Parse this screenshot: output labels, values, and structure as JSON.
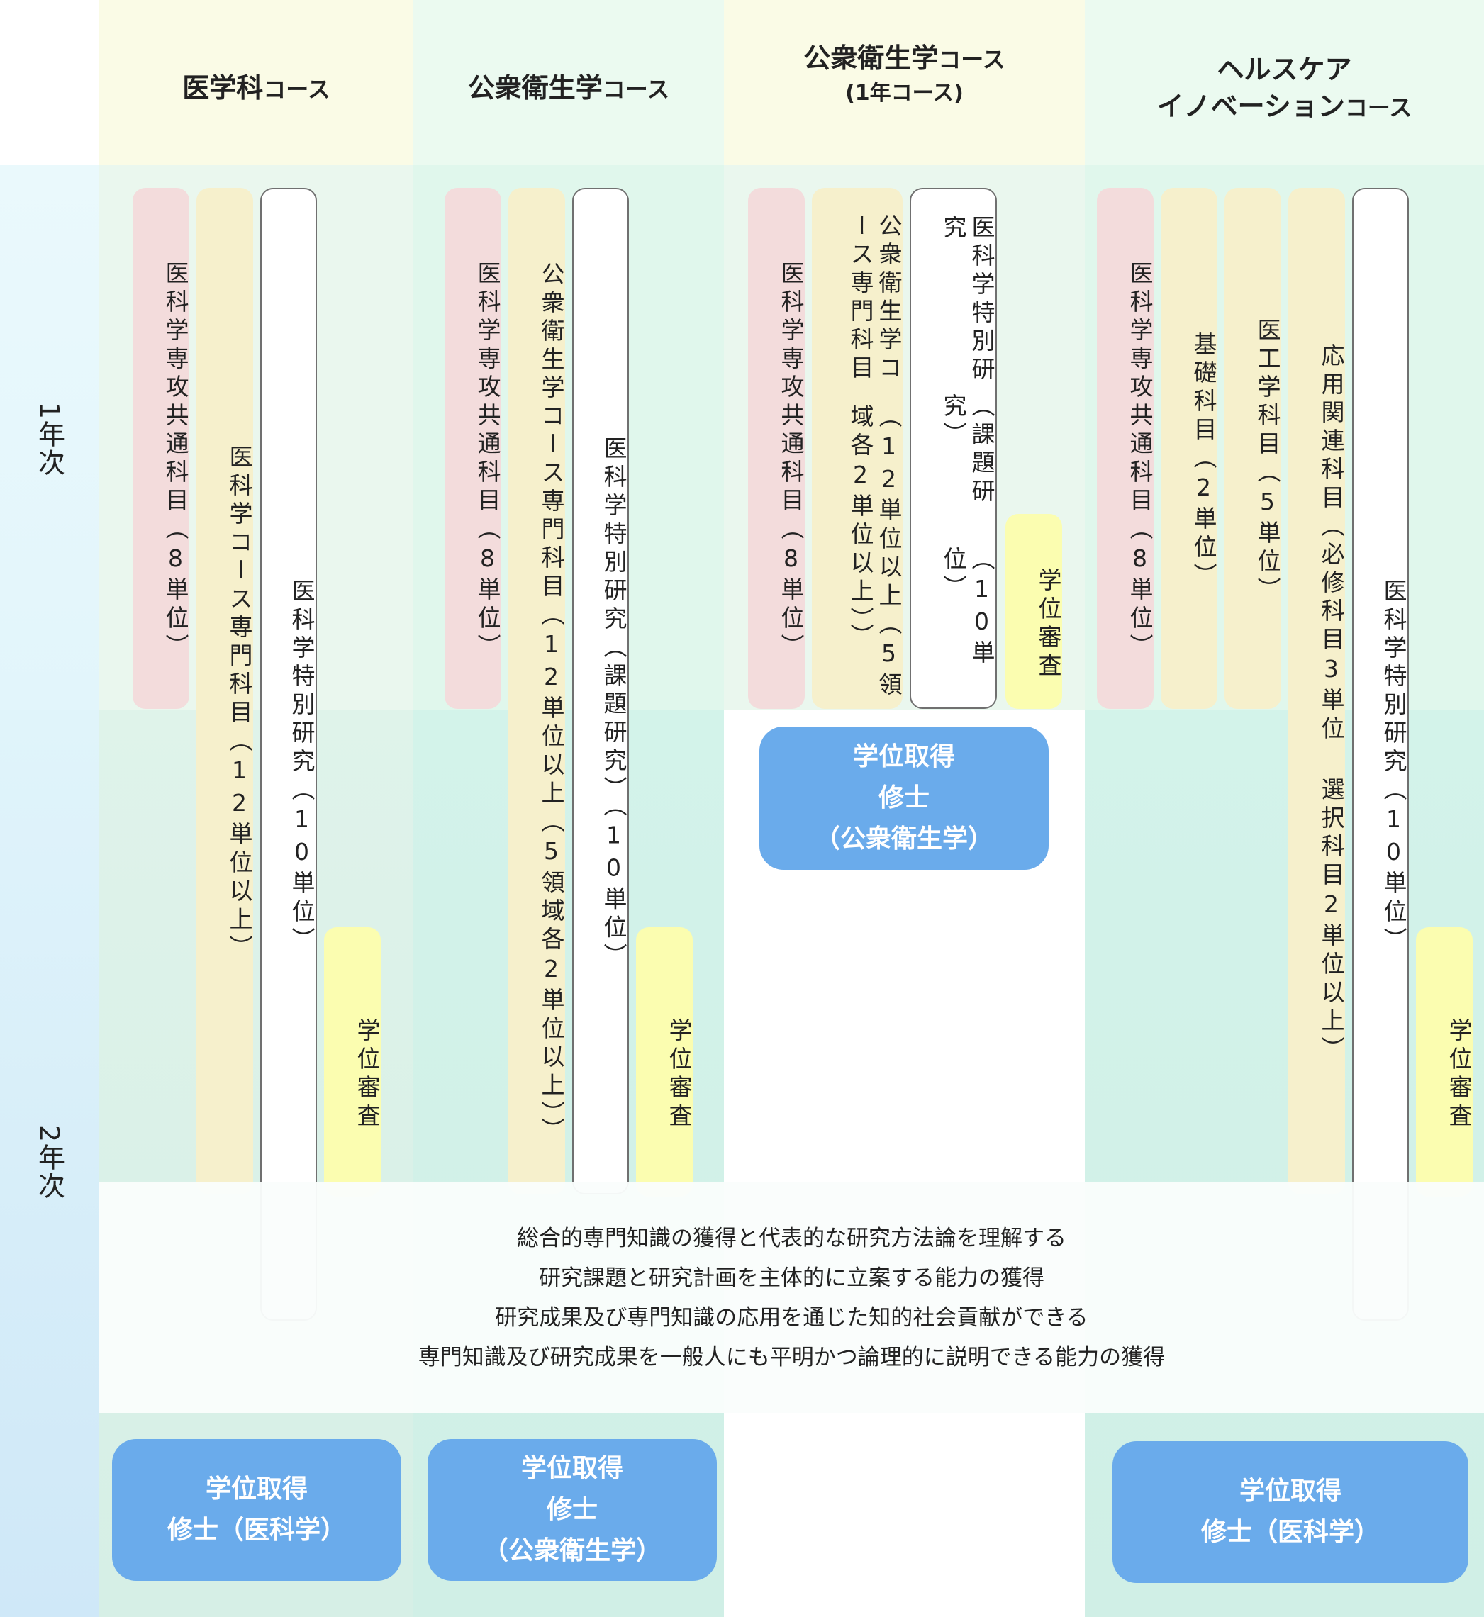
{
  "years": {
    "year1": "1年次",
    "year2": "2年次"
  },
  "courses": {
    "medical": {
      "header_main": "医学科",
      "header_suffix": "コース",
      "boxes": [
        "医科学専攻共通科目（8単位）",
        "医科学コース専門科目（12単位以上）",
        "医科学特別研究（10単位）",
        "学位審査"
      ],
      "degree": [
        "学位取得",
        "修士（医科学）"
      ]
    },
    "public_health": {
      "header_main": "公衆衛生学",
      "header_suffix": "コース",
      "boxes": [
        "医科学専攻共通科目（8単位）",
        "公衆衛生学コース専門科目（12単位以上（5領域各2単位以上））",
        "医科学特別研究（課題研究）（10単位）",
        "学位審査"
      ],
      "degree": [
        "学位取得",
        "修士",
        "（公衆衛生学）"
      ]
    },
    "public_health_1yr": {
      "header_main": "公衆衛生学",
      "header_suffix": "コース",
      "header_sub": "(1年コース)",
      "boxes": [
        "医科学専攻共通科目（8単位）",
        "公衆衛生学コース専門科目",
        "（12単位以上（5領域各2単位以上））",
        "医科学特別研究",
        "（課題研究）",
        "（10単位）",
        "学位審査"
      ],
      "degree": [
        "学位取得",
        "修士",
        "（公衆衛生学）"
      ]
    },
    "healthcare_innovation": {
      "header_line1": "ヘルスケア",
      "header_main": "イノベーション",
      "header_suffix": "コース",
      "boxes": [
        "医科学専攻共通科目（8単位）",
        "基礎科目（2単位）",
        "医工学科目（5単位）",
        "応用関連科目（必修科目3単位 選択科目2単位以上）",
        "医科学特別研究（10単位）",
        "学位審査"
      ],
      "degree": [
        "学位取得",
        "修士（医科学）"
      ]
    }
  },
  "goals": [
    "総合的専門知識の獲得と代表的な研究方法論を理解する",
    "研究課題と研究計画を主体的に立案する能力の獲得",
    "研究成果及び専門知識の応用を通じた知的社会貢献ができる",
    "専門知識及び研究成果を一般人にも平明かつ論理的に説明できる能力の獲得"
  ]
}
